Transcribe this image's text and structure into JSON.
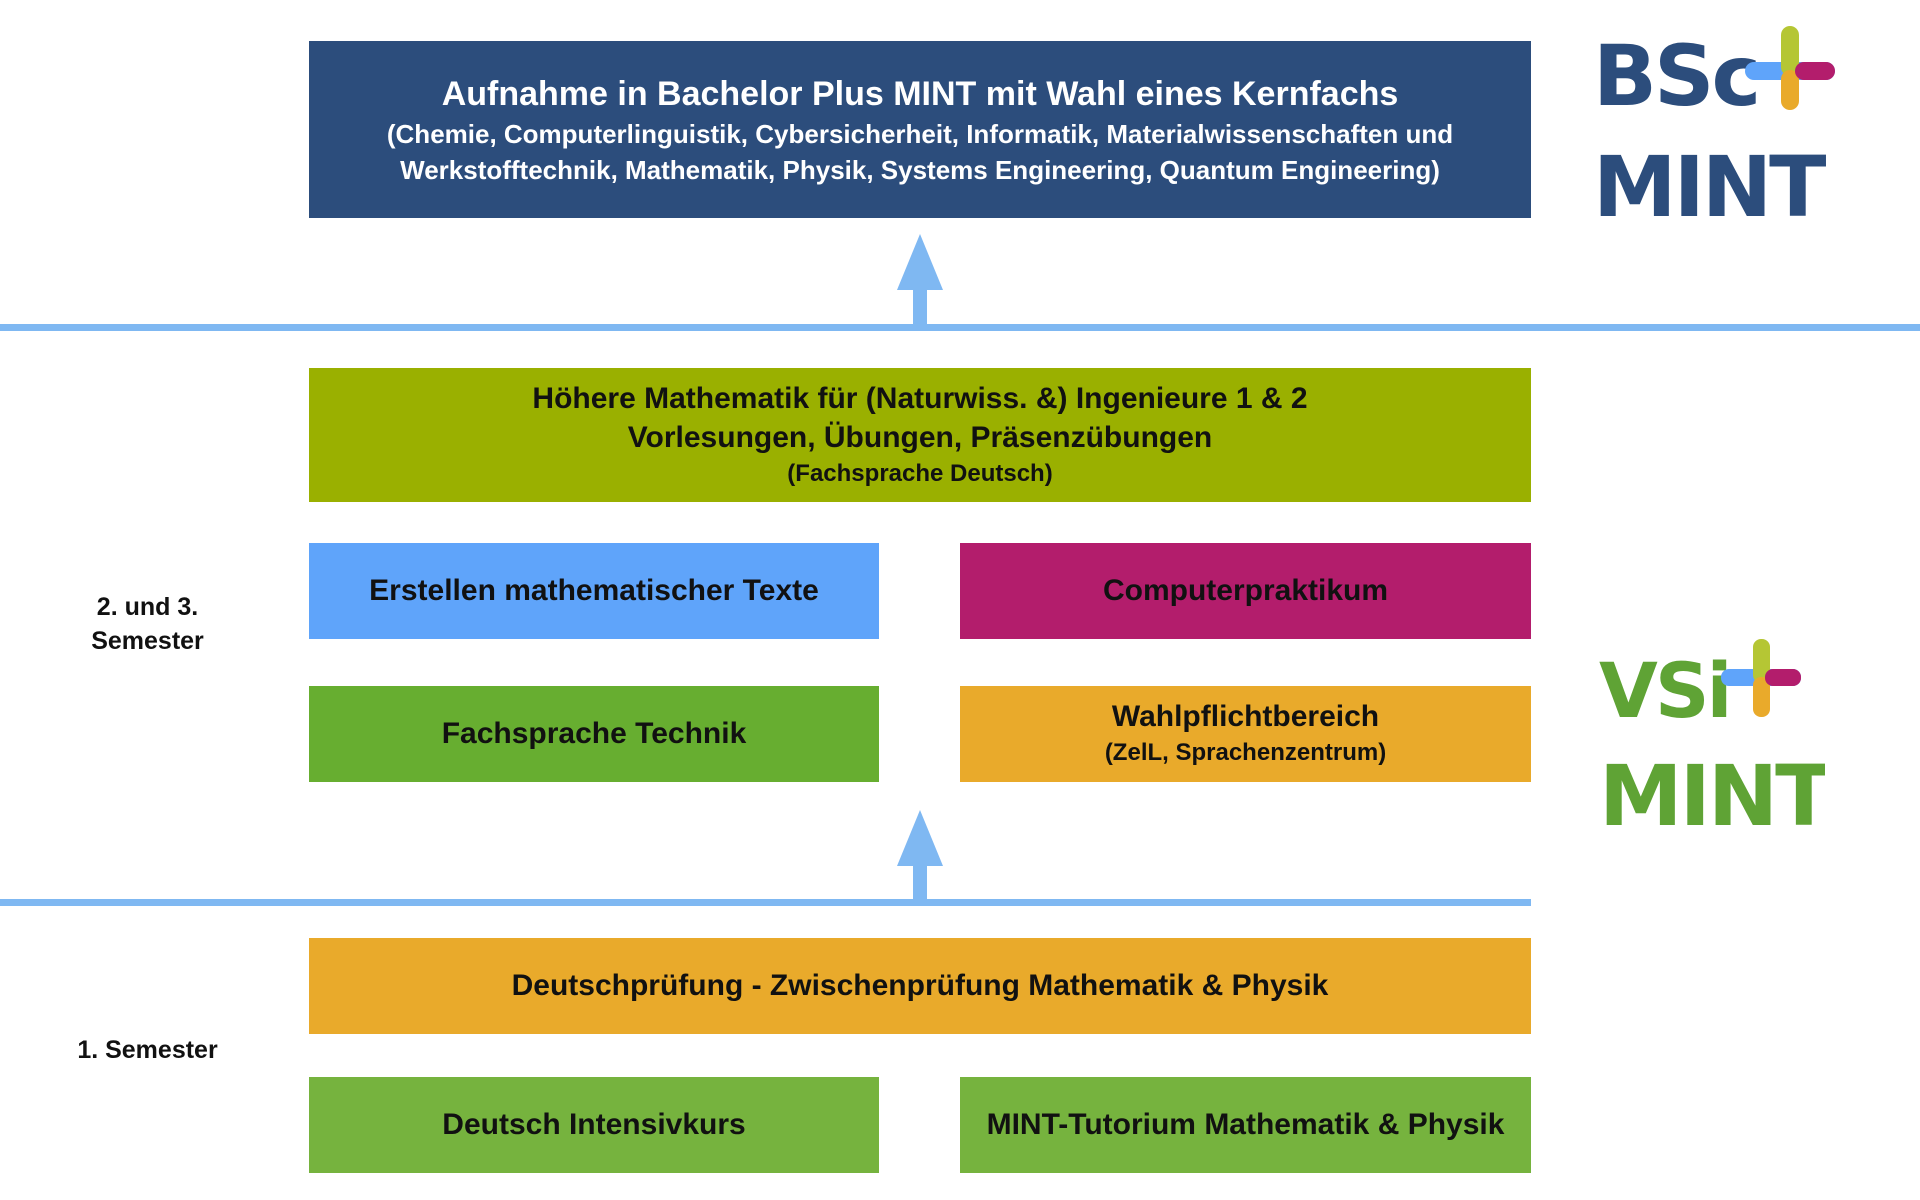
{
  "colors": {
    "navy": "#2c4d7c",
    "olive": "#9ab000",
    "blue": "#5fa4fa",
    "magenta": "#b31d6c",
    "green": "#67ae30",
    "orange": "#e9aa2b",
    "green_light": "#76b33e",
    "line": "#7fb8f2"
  },
  "top_box": {
    "title": "Aufnahme in Bachelor Plus MINT mit Wahl eines Kernfachs",
    "subtitle_line1": "(Chemie, Computerlinguistik, Cybersicherheit, Informatik, Materialwissenschaften und",
    "subtitle_line2": "Werkstofftechnik, Mathematik, Physik, Systems Engineering, Quantum Engineering)"
  },
  "math_box": {
    "line1": "Höhere Mathematik für (Naturwiss. &) Ingenieure 1 & 2",
    "line2": "Vorlesungen, Übungen, Präsenzübungen",
    "line3": "(Fachsprache Deutsch)"
  },
  "semester_2_3": {
    "label_line1": "2. und 3.",
    "label_line2": "Semester",
    "boxes": {
      "texte": "Erstellen mathematischer Texte",
      "comp": "Computerpraktikum",
      "fach": "Fachsprache Technik",
      "wahl_title": "Wahlpflichtbereich",
      "wahl_sub": "(ZelL, Sprachenzentrum)"
    }
  },
  "semester_1": {
    "label": "1. Semester",
    "boxes": {
      "dpruef": "Deutschprüfung - Zwischenprüfung Mathematik & Physik",
      "dint": "Deutsch Intensivkurs",
      "tut": "MINT-Tutorium Mathematik & Physik"
    }
  },
  "logos": {
    "bsc": {
      "line1": "BSc",
      "line2": "MINT"
    },
    "vsi": {
      "line1": "VSi",
      "line2": "MINT"
    }
  }
}
